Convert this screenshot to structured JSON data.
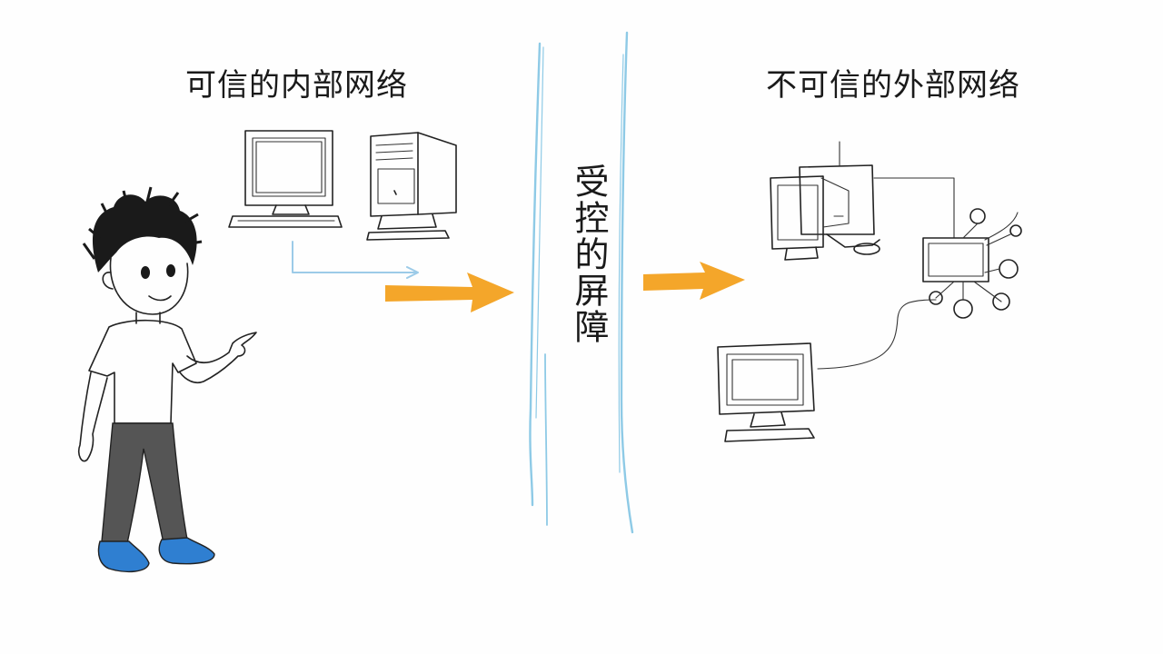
{
  "diagram": {
    "left_title": "可信的内部网络",
    "right_title": "不可信的外部网络",
    "barrier_label": "受控的屏障"
  },
  "colors": {
    "barrier": "#8ecae6",
    "arrow": "#f4a62a",
    "connector": "#9ccbe8",
    "shoes": "#2f7fd1",
    "pants": "#555555",
    "hair": "#1a1a1a"
  }
}
